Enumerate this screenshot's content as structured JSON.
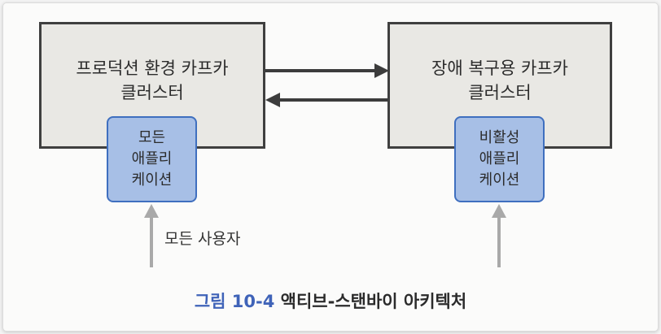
{
  "production_cluster": {
    "label": "프로덕션 환경 카프카\n클러스터"
  },
  "dr_cluster": {
    "label": "장애 복구용 카프카\n클러스터"
  },
  "all_apps": {
    "label": "모든\n애플리\n케이션"
  },
  "inactive_apps": {
    "label": "비활성\n애플리\n케이션"
  },
  "users": {
    "label": "모든 사용자"
  },
  "caption": {
    "figure": "그림 10-4",
    "title": "액티브-스탠바이 아키텍처"
  },
  "colors": {
    "cluster_fill": "#e9e8e4",
    "cluster_border": "#3f3f3f",
    "app_fill": "#a7bfe6",
    "app_border": "#3f6fbf",
    "arrow_dark": "#3c3c3c",
    "arrow_gray": "#a9a9a9",
    "caption_accent": "#3f63b8"
  }
}
